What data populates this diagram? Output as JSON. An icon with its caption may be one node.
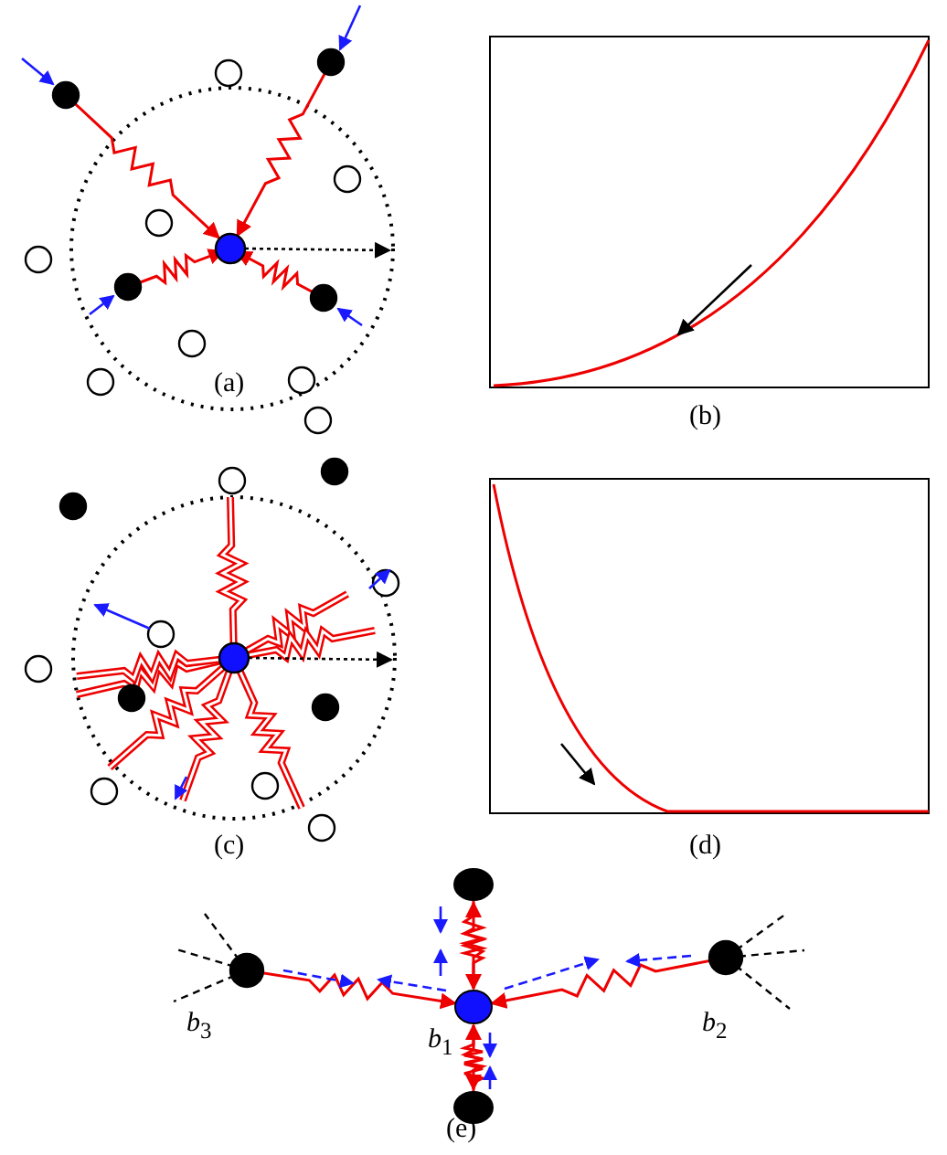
{
  "diagram": {
    "labels": [
      "(a)",
      "(b)",
      "(c)",
      "(d)",
      "*b*$_{3}$",
      "*b*$_{1}$",
      "*b*$_{2}$",
      "(e)"
    ]
  }
}
